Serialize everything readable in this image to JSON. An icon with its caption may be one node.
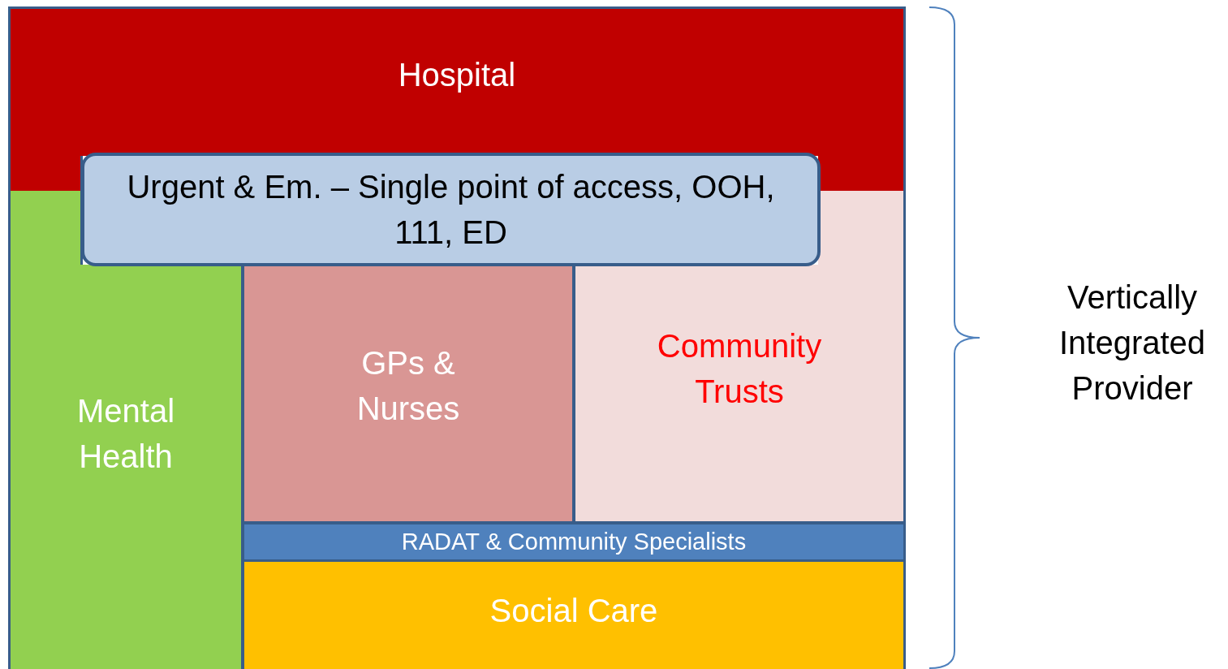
{
  "diagram": {
    "nodes": [
      {
        "text": [
          "Hospital"
        ]
      },
      {
        "text": [
          "Urgent & Em. – Single point of access, OOH, 111, ED"
        ]
      },
      {
        "text": [
          "Mental Health"
        ]
      },
      {
        "text": [
          "GPs & Nurses"
        ]
      },
      {
        "text": [
          "Community Trusts"
        ]
      },
      {
        "text": [
          "RADAT & Community Specialists"
        ]
      },
      {
        "text": [
          "Social Care"
        ]
      }
    ],
    "edges": [],
    "labels": [
      "Vertically Integrated Provider"
    ]
  }
}
